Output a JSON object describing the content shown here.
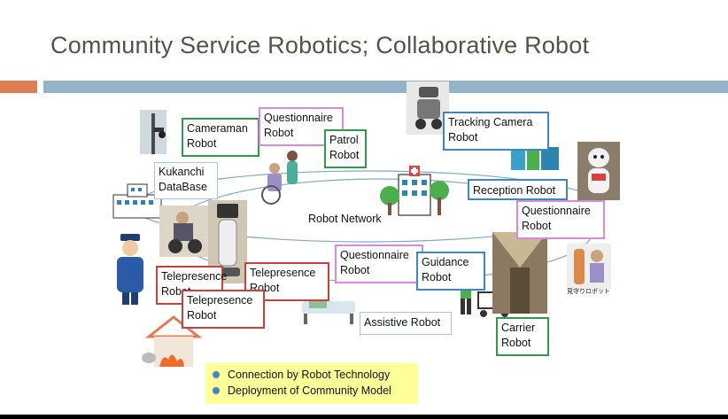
{
  "title": "Community Service Robotics; Collaborative Robot",
  "labels": {
    "cameraman": "Cameraman Robot",
    "questionnaire_top": "Questionnaire Robot",
    "patrol": "Patrol Robot",
    "tracking_camera": "Tracking Camera Robot",
    "kukanchi": "Kukanchi DataBase",
    "reception": "Reception Robot",
    "questionnaire_right": "Questionnaire Robot",
    "robot_network": "Robot Network",
    "questionnaire_mid": "Questionnaire Robot",
    "guidance": "Guidance Robot",
    "telepresence_1": "Telepresence Robot",
    "telepresence_2": "Telepresence Robot",
    "telepresence_3": "Telepresence Robot",
    "assistive": "Assistive Robot",
    "carrier": "Carrier Robot"
  },
  "photo_caption": "見守りロボット",
  "legend": [
    "Connection by Robot Technology",
    "Deployment of Community Model"
  ],
  "colors": {
    "title": "#5a5048",
    "accent_orange": "#e07c52",
    "accent_blue": "#93b3c8",
    "green_box": "#2f9a4c",
    "pink_box": "#d98ad9",
    "blue_box": "#3e88bf",
    "red_box": "#c8413a",
    "legend_bg": "#ffff99"
  }
}
